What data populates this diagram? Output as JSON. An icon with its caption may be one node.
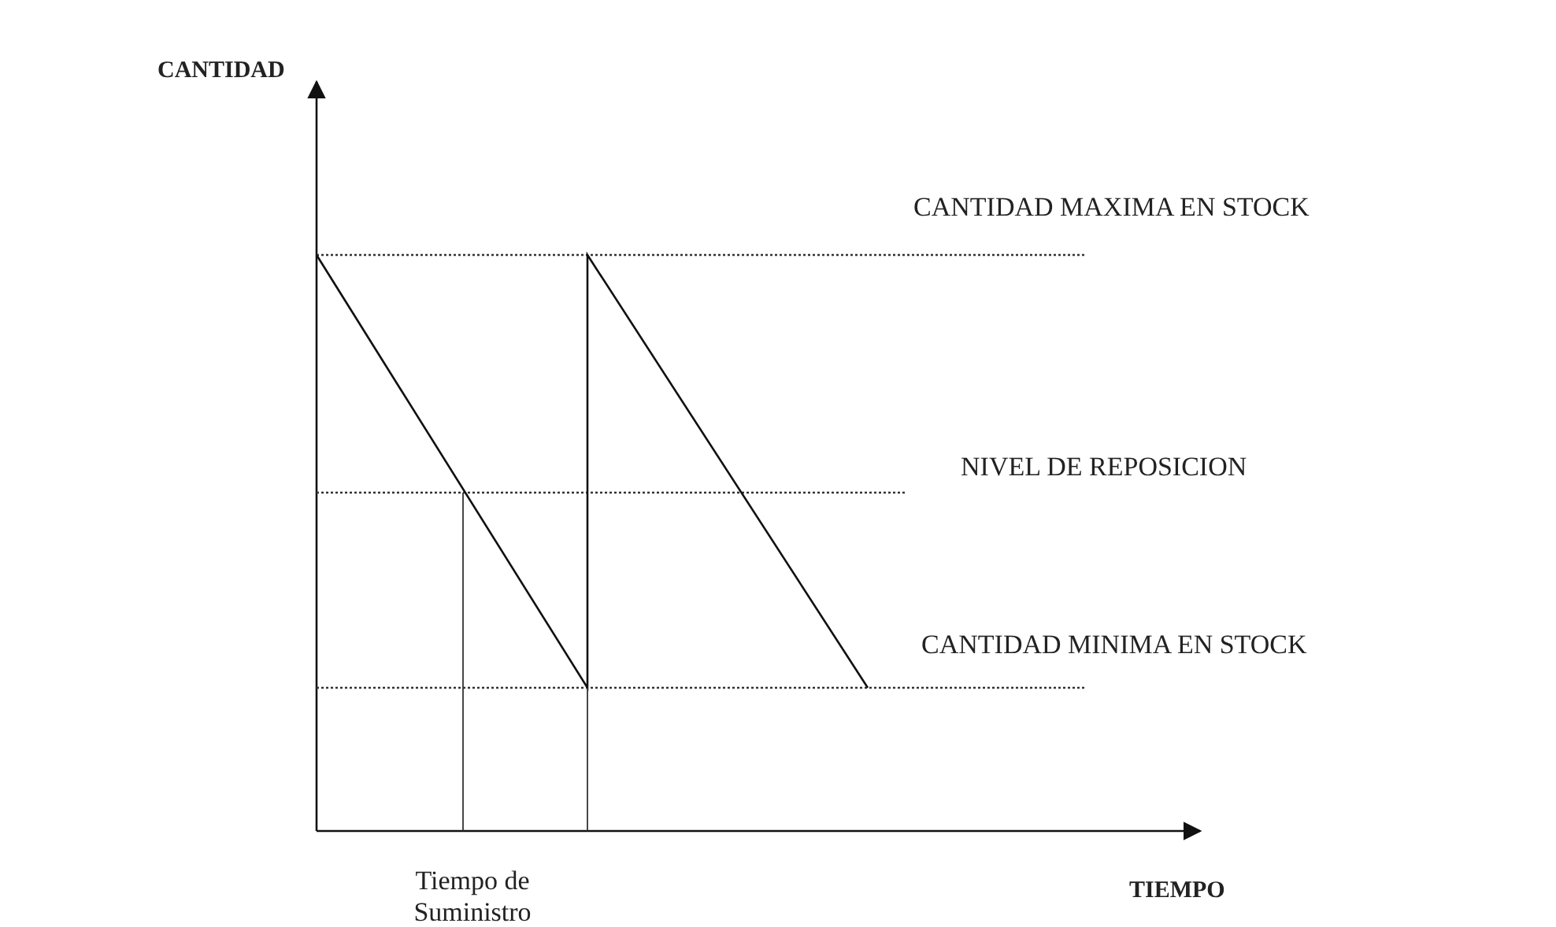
{
  "diagram": {
    "labels": [
      "CANTIDAD",
      "CANTIDAD MAXIMA EN STOCK",
      "NIVEL DE REPOSICION",
      "CANTIDAD MINIMA EN STOCK",
      "Tiempo de Suministro",
      "TIEMPO"
    ]
  }
}
